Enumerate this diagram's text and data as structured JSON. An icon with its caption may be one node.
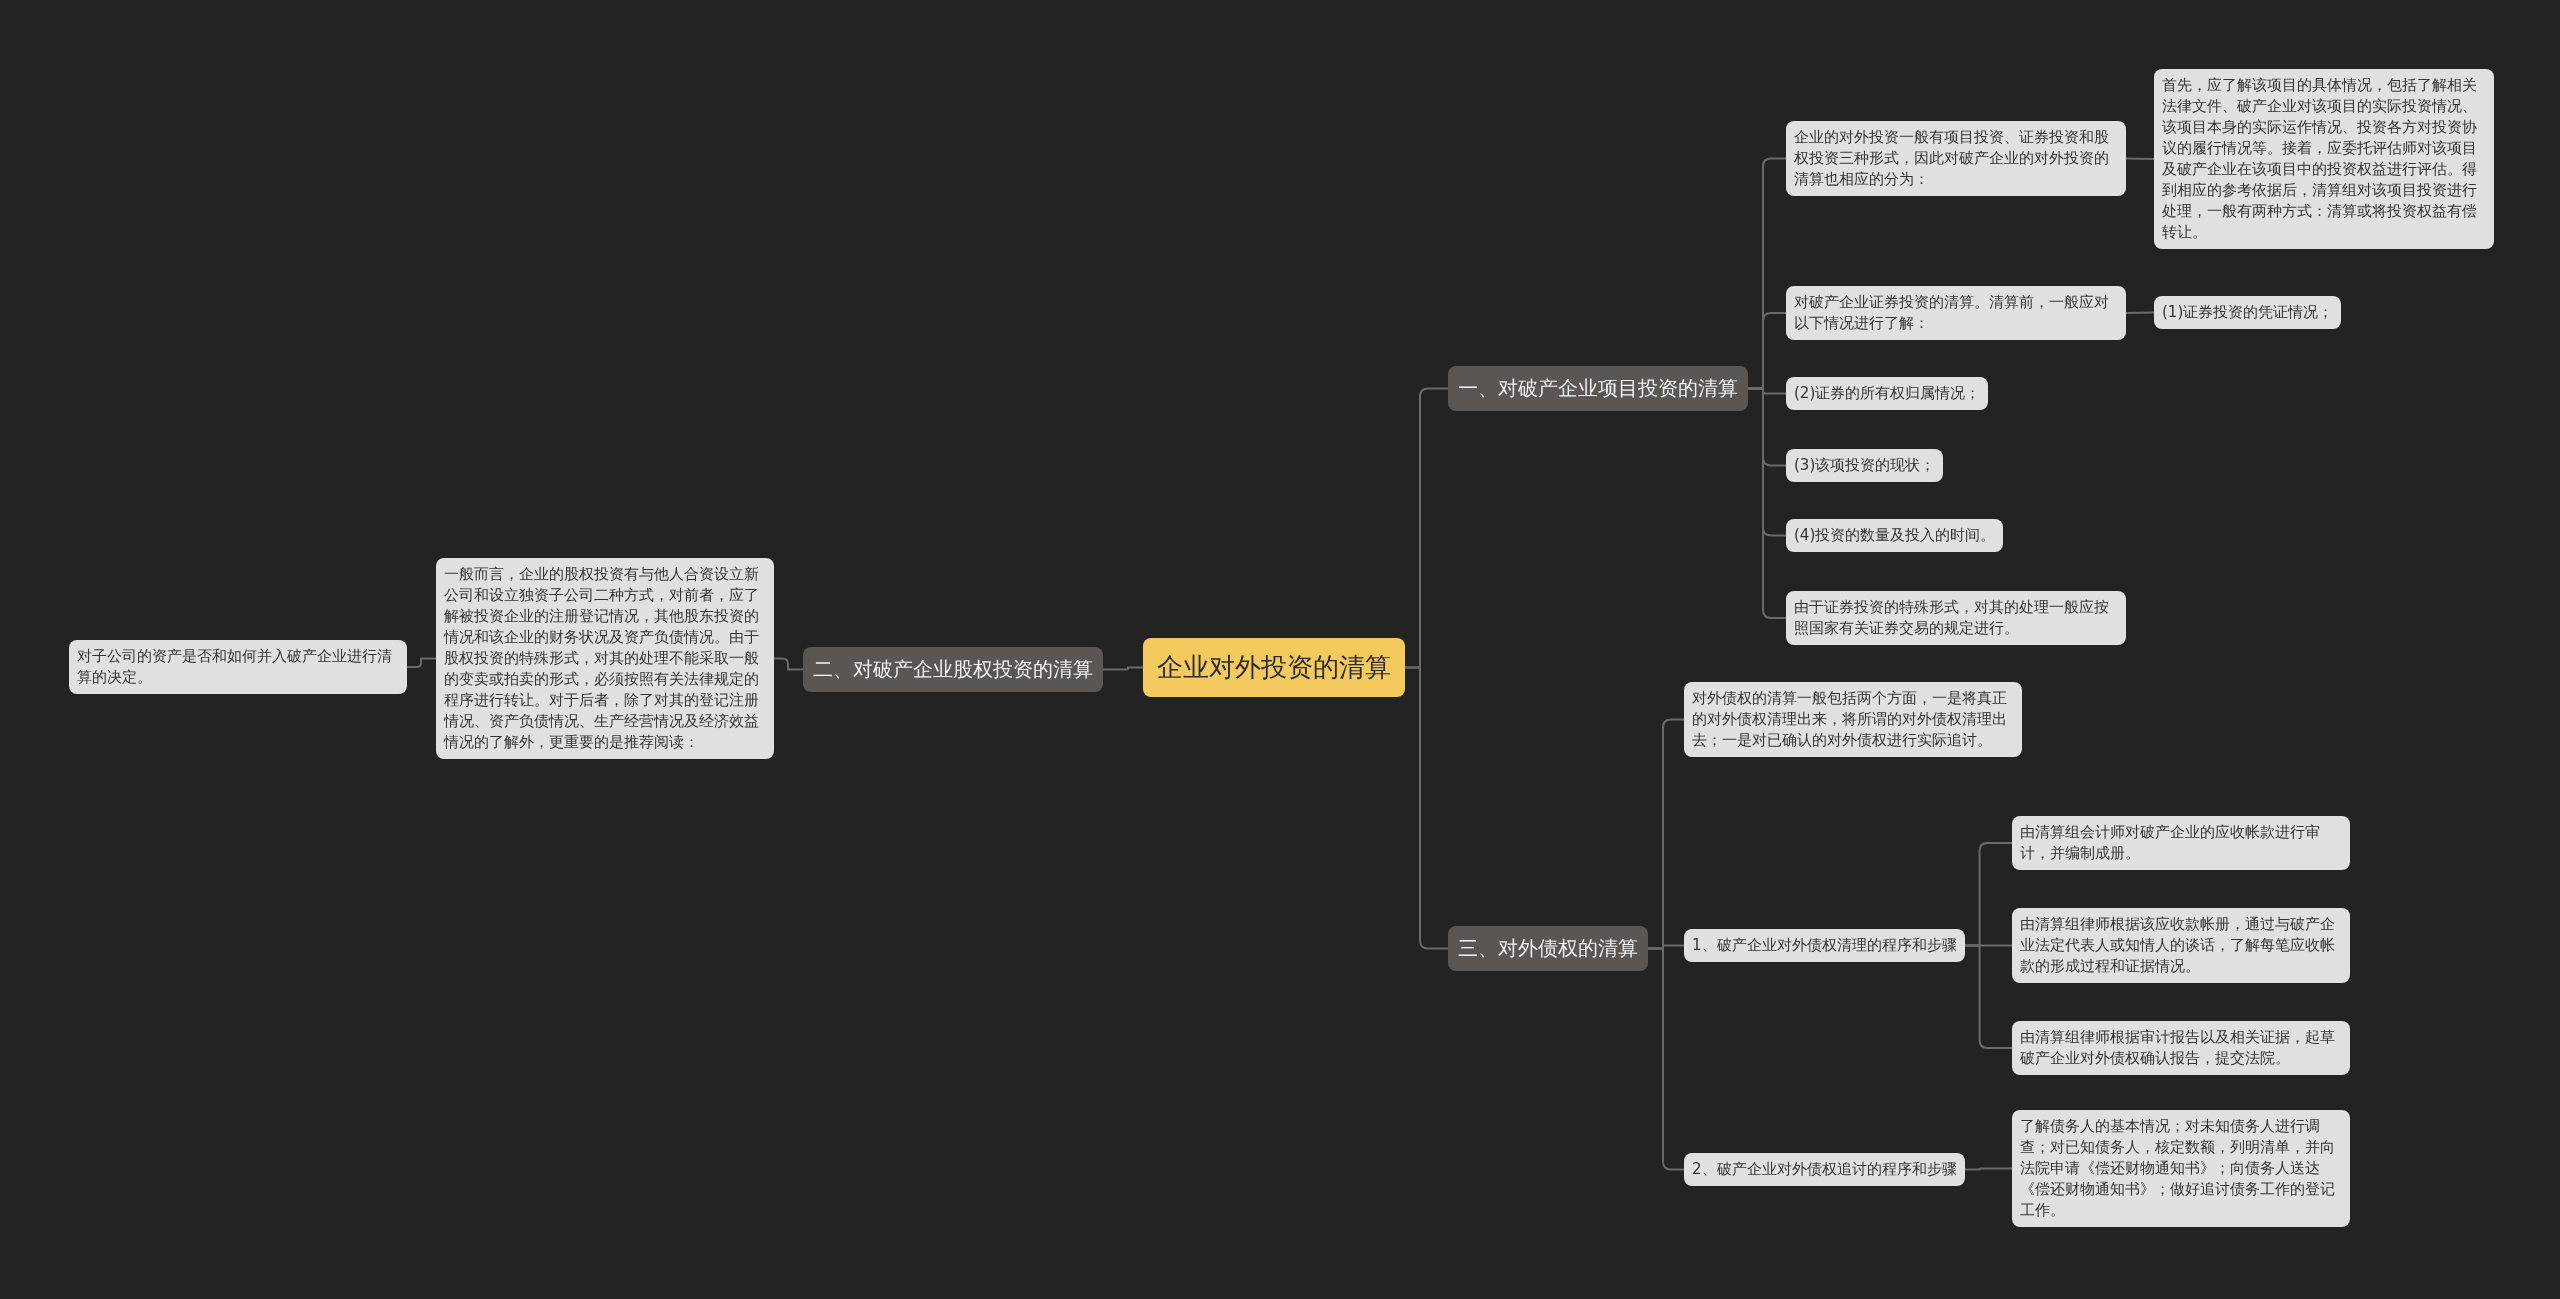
{
  "diagram": {
    "nodes": [
      {
        "text": [
          "企业对外投资的清算"
        ]
      },
      {
        "text": [
          "一、对破产企业项目投资的清算"
        ]
      },
      {
        "text": [
          "企业的对外投资一般有项目投资、证券投资和股权投资三种形式，因此对破产企业的对外投资的清算也相应的分为："
        ]
      },
      {
        "text": [
          "首先，应了解该项目的具体情况，包括了解相关法律文件、破产企业对该项目的实际投资情况、该项目本身的实际运作情况、投资各方对投资协议的履行情况等。接着，应委托评估师对该项目及破产企业在该项目中的投资权益进行评估。得到相应的参考依据后，清算组对该项目投资进行处理，一般有两种方式：清算或将投资权益有偿转让。"
        ]
      },
      {
        "text": [
          "对破产企业证券投资的清算。清算前，一般应对以下情况进行了解："
        ]
      },
      {
        "text": [
          "(1)证券投资的凭证情况；"
        ]
      },
      {
        "text": [
          "(2)证券的所有权归属情况；"
        ]
      },
      {
        "text": [
          "(3)该项投资的现状；"
        ]
      },
      {
        "text": [
          "(4)投资的数量及投入的时间。"
        ]
      },
      {
        "text": [
          "由于证券投资的特殊形式，对其的处理一般应按照国家有关证券交易的规定进行。"
        ]
      },
      {
        "text": [
          "二、对破产企业股权投资的清算"
        ]
      },
      {
        "text": [
          "一般而言，企业的股权投资有与他人合资设立新公司和设立独资子公司二种方式，对前者，应了解被投资企业的注册登记情况，其他股东投资的情况和该企业的财务状况及资产负债情况。由于股权投资的特殊形式，对其的处理不能采取一般的变卖或拍卖的形式，必须按照有关法律规定的程序进行转让。对于后者，除了对其的登记注册情况、资产负债情况、生产经营情况及经济效益情况的了解外，更重要的是推荐阅读："
        ]
      },
      {
        "text": [
          "对子公司的资产是否和如何并入破产企业进行清算的决定。"
        ]
      },
      {
        "text": [
          "三、对外债权的清算"
        ]
      },
      {
        "text": [
          "对外债权的清算一般包括两个方面，一是将真正的对外债权清理出来，将所谓的对外债权清理出去；一是对已确认的对外债权进行实际追讨。"
        ]
      },
      {
        "text": [
          "1、破产企业对外债权清理的程序和步骤"
        ]
      },
      {
        "text": [
          "由清算组会计师对破产企业的应收帐款进行审计，并编制成册。"
        ]
      },
      {
        "text": [
          "由清算组律师根据该应收款帐册，通过与破产企业法定代表人或知情人的谈话，了解每笔应收帐款的形成过程和证据情况。"
        ]
      },
      {
        "text": [
          "由清算组律师根据审计报告以及相关证据，起草破产企业对外债权确认报告，提交法院。"
        ]
      },
      {
        "text": [
          "2、破产企业对外债权追讨的程序和步骤"
        ]
      },
      {
        "text": [
          "了解债务人的基本情况；对未知债务人进行调查；对已知债务人，核定数额，列明清单，并向法院申请《偿还财物通知书》；向债务人送达《偿还财物通知书》；做好追讨债务工作的登记工作。"
        ]
      }
    ],
    "edges": [
      {
        "from": 0,
        "to": 1,
        "arrow": "none"
      },
      {
        "from": 0,
        "to": 10,
        "arrow": "none"
      },
      {
        "from": 0,
        "to": 13,
        "arrow": "none"
      },
      {
        "from": 1,
        "to": 2,
        "arrow": "none"
      },
      {
        "from": 1,
        "to": 4,
        "arrow": "none"
      },
      {
        "from": 1,
        "to": 6,
        "arrow": "none"
      },
      {
        "from": 1,
        "to": 7,
        "arrow": "none"
      },
      {
        "from": 1,
        "to": 8,
        "arrow": "none"
      },
      {
        "from": 1,
        "to": 9,
        "arrow": "none"
      },
      {
        "from": 2,
        "to": 3,
        "arrow": "none"
      },
      {
        "from": 4,
        "to": 5,
        "arrow": "none"
      },
      {
        "from": 10,
        "to": 11,
        "arrow": "none"
      },
      {
        "from": 11,
        "to": 12,
        "arrow": "none"
      },
      {
        "from": 13,
        "to": 14,
        "arrow": "none"
      },
      {
        "from": 13,
        "to": 15,
        "arrow": "none"
      },
      {
        "from": 13,
        "to": 19,
        "arrow": "none"
      },
      {
        "from": 15,
        "to": 16,
        "arrow": "none"
      },
      {
        "from": 15,
        "to": 17,
        "arrow": "none"
      },
      {
        "from": 15,
        "to": 18,
        "arrow": "none"
      },
      {
        "from": 19,
        "to": 20,
        "arrow": "none"
      }
    ]
  }
}
